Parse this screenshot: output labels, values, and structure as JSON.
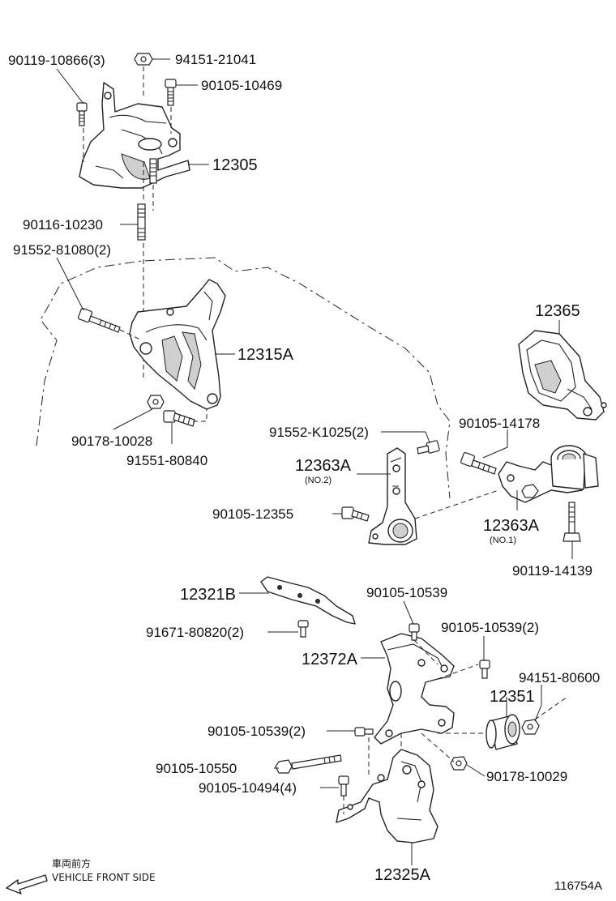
{
  "parts": {
    "p90119_10866": "90119-10866(3)",
    "p94151_21041": "94151-21041",
    "p90105_10469": "90105-10469",
    "p12305": "12305",
    "p90116_10230": "90116-10230",
    "p91552_81080": "91552-81080(2)",
    "p12315A": "12315A",
    "p90178_10028": "90178-10028",
    "p91551_80840": "91551-80840",
    "p91552_K1025": "91552-K1025(2)",
    "p12363A_no2": "12363A",
    "no2": "(NO.2)",
    "p90105_12355": "90105-12355",
    "p12365": "12365",
    "p90105_14178": "90105-14178",
    "p12363A_no1": "12363A",
    "no1": "(NO.1)",
    "p90119_14139": "90119-14139",
    "p12321B": "12321B",
    "p91671_80820": "91671-80820(2)",
    "p90105_10539": "90105-10539",
    "p90105_10539_2a": "90105-10539(2)",
    "p12372A": "12372A",
    "p94151_80600": "94151-80600",
    "p12351": "12351",
    "p90105_10539_2b": "90105-10539(2)",
    "p90105_10550": "90105-10550",
    "p90178_10029": "90178-10029",
    "p90105_10494": "90105-10494(4)",
    "p12325A": "12325A"
  },
  "legend": {
    "jp": "車両前方",
    "en": "VEHICLE FRONT SIDE"
  },
  "figure_id": "116754A"
}
